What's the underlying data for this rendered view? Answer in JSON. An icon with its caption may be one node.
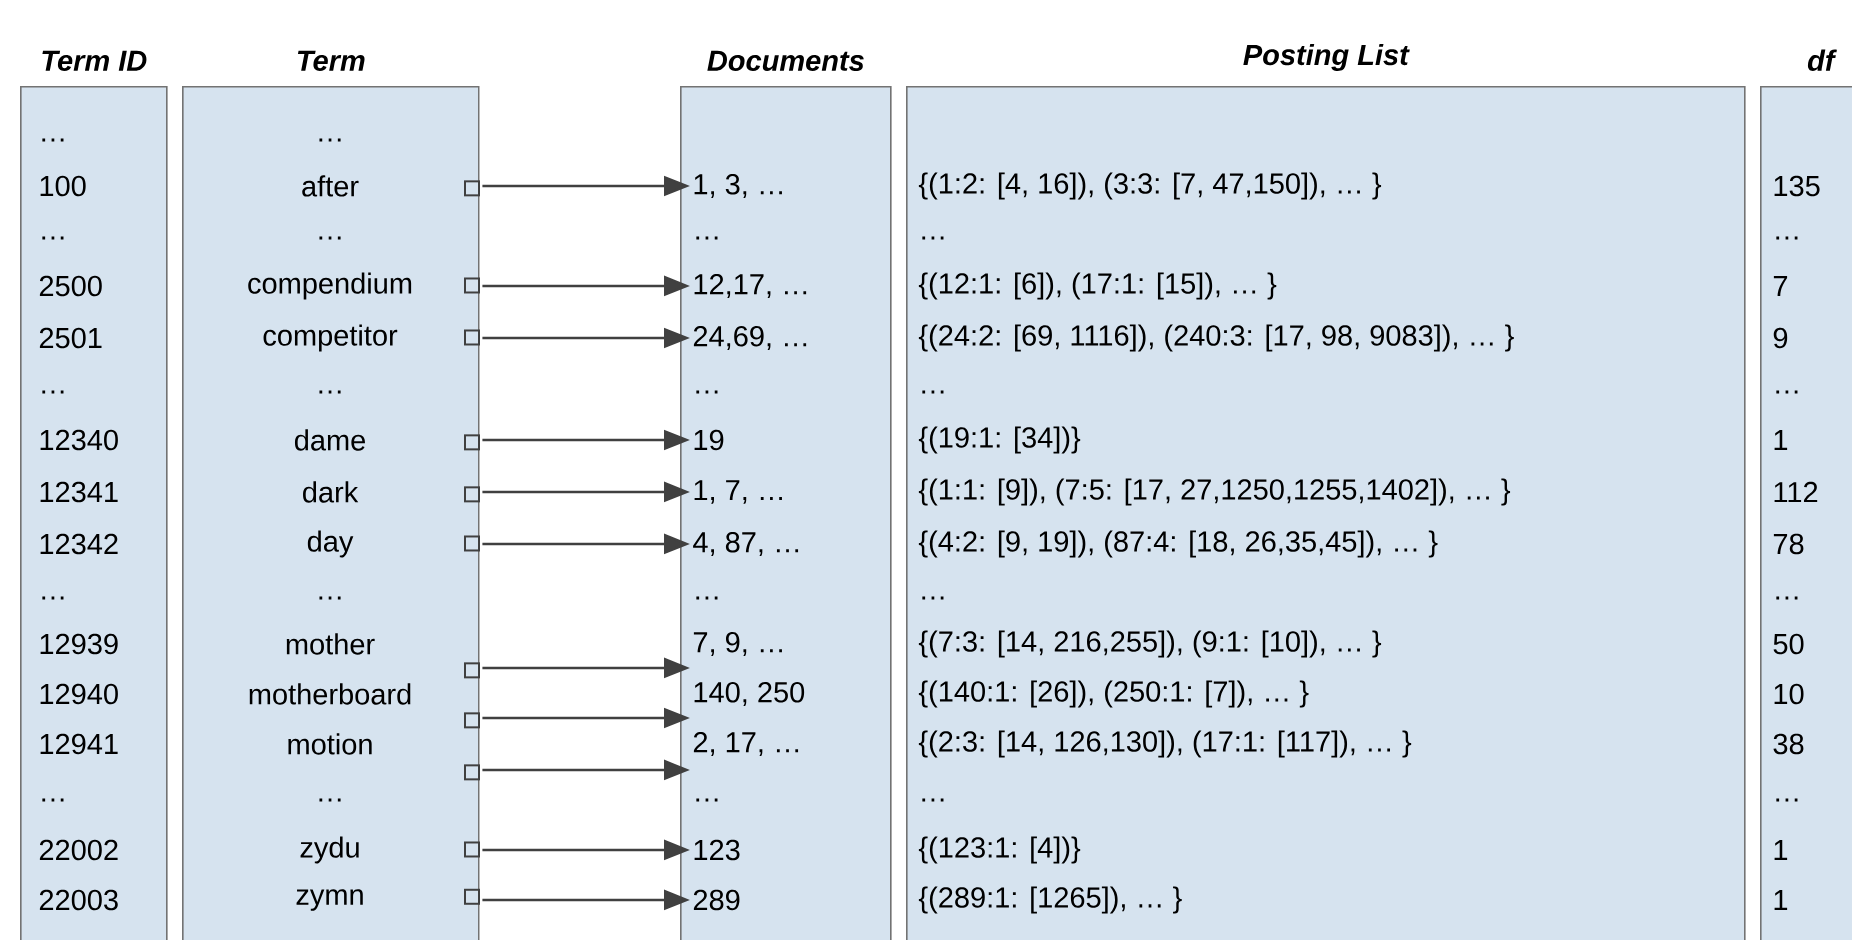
{
  "diagram": {
    "nodes": [
      {
        "text": [
          "Term ID"
        ]
      },
      {
        "text": [
          "Term"
        ]
      },
      {
        "text": [
          "Documents"
        ]
      },
      {
        "text": [
          "Posting List"
        ]
      },
      {
        "text": [
          "df"
        ]
      },
      {
        "text": [
          "…"
        ],
        "in": 0
      },
      {
        "text": [
          "…"
        ],
        "in": 1
      },
      {
        "text": [
          "100"
        ],
        "in": 0
      },
      {
        "text": [
          "after"
        ],
        "in": 1
      },
      {
        "text": [
          "1, 3, …"
        ],
        "in": 2
      },
      {
        "text": [
          "{(1:2: [4, 16]), (3:3: [7, 47,150]), … }"
        ],
        "in": 3
      },
      {
        "text": [
          "135"
        ],
        "in": 4
      },
      {
        "text": [
          "…"
        ],
        "in": 0
      },
      {
        "text": [
          "…"
        ],
        "in": 1
      },
      {
        "text": [
          "…"
        ],
        "in": 2
      },
      {
        "text": [
          "…"
        ],
        "in": 3
      },
      {
        "text": [
          "…"
        ],
        "in": 4
      },
      {
        "text": [
          "2500"
        ],
        "in": 0
      },
      {
        "text": [
          "compendium"
        ],
        "in": 1
      },
      {
        "text": [
          "12,17, …"
        ],
        "in": 2
      },
      {
        "text": [
          "{(12:1: [6]), (17:1: [15]), … }"
        ],
        "in": 3
      },
      {
        "text": [
          "7"
        ],
        "in": 4
      },
      {
        "text": [
          "2501"
        ],
        "in": 0
      },
      {
        "text": [
          "competitor"
        ],
        "in": 1
      },
      {
        "text": [
          "24,69, …"
        ],
        "in": 2
      },
      {
        "text": [
          "{(24:2: [69, 1116]), (240:3: [17, 98, 9083]), … }"
        ],
        "in": 3
      },
      {
        "text": [
          "9"
        ],
        "in": 4
      },
      {
        "text": [
          "…"
        ],
        "in": 0
      },
      {
        "text": [
          "…"
        ],
        "in": 1
      },
      {
        "text": [
          "…"
        ],
        "in": 2
      },
      {
        "text": [
          "…"
        ],
        "in": 3
      },
      {
        "text": [
          "…"
        ],
        "in": 4
      },
      {
        "text": [
          "12340"
        ],
        "in": 0
      },
      {
        "text": [
          "dame"
        ],
        "in": 1
      },
      {
        "text": [
          "19"
        ],
        "in": 2
      },
      {
        "text": [
          "{(19:1: [34])}"
        ],
        "in": 3
      },
      {
        "text": [
          "1"
        ],
        "in": 4
      },
      {
        "text": [
          "12341"
        ],
        "in": 0
      },
      {
        "text": [
          "dark"
        ],
        "in": 1
      },
      {
        "text": [
          "1, 7, …"
        ],
        "in": 2
      },
      {
        "text": [
          "{(1:1: [9]), (7:5: [17, 27,1250,1255,1402]), … }"
        ],
        "in": 3
      },
      {
        "text": [
          "112"
        ],
        "in": 4
      },
      {
        "text": [
          "12342"
        ],
        "in": 0
      },
      {
        "text": [
          "day"
        ],
        "in": 1
      },
      {
        "text": [
          "4, 87, …"
        ],
        "in": 2
      },
      {
        "text": [
          "{(4:2: [9, 19]), (87:4: [18, 26,35,45]), … }"
        ],
        "in": 3
      },
      {
        "text": [
          "78"
        ],
        "in": 4
      },
      {
        "text": [
          "…"
        ],
        "in": 0
      },
      {
        "text": [
          "…"
        ],
        "in": 1
      },
      {
        "text": [
          "…"
        ],
        "in": 2
      },
      {
        "text": [
          "…"
        ],
        "in": 3
      },
      {
        "text": [
          "…"
        ],
        "in": 4
      },
      {
        "text": [
          "12939"
        ],
        "in": 0
      },
      {
        "text": [
          "mother"
        ],
        "in": 1
      },
      {
        "text": [
          "7, 9, …"
        ],
        "in": 2
      },
      {
        "text": [
          "{(7:3: [14, 216,255]), (9:1: [10]), … }"
        ],
        "in": 3
      },
      {
        "text": [
          "50"
        ],
        "in": 4
      },
      {
        "text": [
          "12940"
        ],
        "in": 0
      },
      {
        "text": [
          "motherboard"
        ],
        "in": 1
      },
      {
        "text": [
          "140, 250"
        ],
        "in": 2
      },
      {
        "text": [
          "{(140:1: [26]), (250:1: [7]), … }"
        ],
        "in": 3
      },
      {
        "text": [
          "10"
        ],
        "in": 4
      },
      {
        "text": [
          "12941"
        ],
        "in": 0
      },
      {
        "text": [
          "motion"
        ],
        "in": 1
      },
      {
        "text": [
          "2, 17, …"
        ],
        "in": 2
      },
      {
        "text": [
          "{(2:3: [14, 126,130]), (17:1: [117]), … }"
        ],
        "in": 3
      },
      {
        "text": [
          "38"
        ],
        "in": 4
      },
      {
        "text": [
          "…"
        ],
        "in": 0
      },
      {
        "text": [
          "…"
        ],
        "in": 1
      },
      {
        "text": [
          "…"
        ],
        "in": 2
      },
      {
        "text": [
          "…"
        ],
        "in": 3
      },
      {
        "text": [
          "…"
        ],
        "in": 4
      },
      {
        "text": [
          "22002"
        ],
        "in": 0
      },
      {
        "text": [
          "zydu"
        ],
        "in": 1
      },
      {
        "text": [
          "123"
        ],
        "in": 2
      },
      {
        "text": [
          "{(123:1: [4])}"
        ],
        "in": 3
      },
      {
        "text": [
          "1"
        ],
        "in": 4
      },
      {
        "text": [
          "22003"
        ],
        "in": 0
      },
      {
        "text": [
          "zymn"
        ],
        "in": 1
      },
      {
        "text": [
          "289"
        ],
        "in": 2
      },
      {
        "text": [
          "{(289:1: [1265]), … }"
        ],
        "in": 3
      },
      {
        "text": [
          "1"
        ],
        "in": 4
      }
    ],
    "edges": [
      {
        "from": 8,
        "to": 9,
        "arrow": "to"
      },
      {
        "from": 18,
        "to": 19,
        "arrow": "to"
      },
      {
        "from": 23,
        "to": 24,
        "arrow": "to"
      },
      {
        "from": 33,
        "to": 34,
        "arrow": "to"
      },
      {
        "from": 38,
        "to": 39,
        "arrow": "to"
      },
      {
        "from": 43,
        "to": 44,
        "arrow": "to"
      },
      {
        "from": 53,
        "to": 54,
        "arrow": "to"
      },
      {
        "from": 58,
        "to": 59,
        "arrow": "to"
      },
      {
        "from": 63,
        "to": 64,
        "arrow": "to"
      },
      {
        "from": 73,
        "to": 74,
        "arrow": "to"
      },
      {
        "from": 78,
        "to": 79,
        "arrow": "to"
      }
    ]
  }
}
